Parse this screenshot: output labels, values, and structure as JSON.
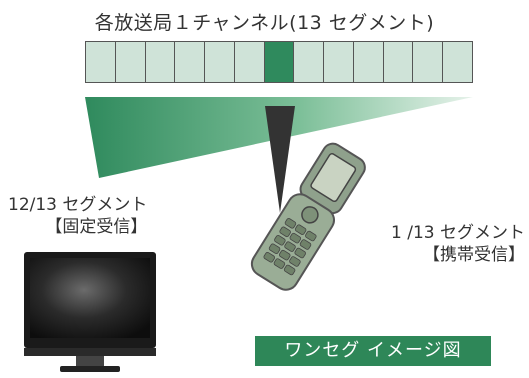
{
  "diagram": {
    "title": "各放送局１チャンネル(13 セグメント)",
    "segments": {
      "count": 13,
      "highlighted_index": 6
    },
    "fixed_reception": {
      "segments_label": "12/13 セグメント",
      "type_label": "【固定受信】"
    },
    "mobile_reception": {
      "segments_label": "1 /13 セグメント",
      "type_label": "【携帯受信】"
    },
    "caption": "ワンセグ イメージ図"
  },
  "colors": {
    "segment_fill": "#cfe3d8",
    "segment_active": "#2f8a5d",
    "wedge_fill": "#3c9a6a",
    "caption_bg": "#2e8758"
  },
  "icons": [
    "tv-icon",
    "mobile-phone-icon"
  ]
}
